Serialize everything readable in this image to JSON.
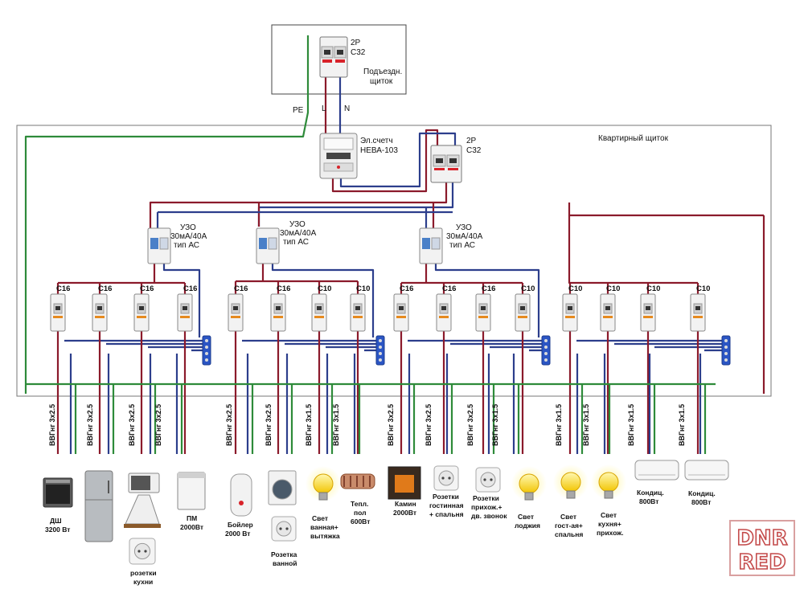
{
  "colors": {
    "pe": "#2e8b3a",
    "phase": "#8b1a2b",
    "neutral": "#2c3e8c",
    "frame": "#444444",
    "watermark": "#c44b4b"
  },
  "entry_panel": {
    "breaker_poles": "2P",
    "breaker_rating": "C32",
    "name_line1": "Подъездн.",
    "name_line2": "щиток"
  },
  "wire_labels": {
    "pe": "PE",
    "l": "L",
    "n": "N"
  },
  "meter": {
    "line1": "Эл.счетч",
    "line2": "НЕВА-103"
  },
  "main_breaker": {
    "poles": "2P",
    "rating": "C32"
  },
  "apartment_panel_title": "Квартирный щиток",
  "rcds": [
    {
      "name": "УЗО",
      "rating": "30мА/40А",
      "type": "тип АС"
    },
    {
      "name": "УЗО",
      "rating": "30мА/40А",
      "type": "тип АС"
    },
    {
      "name": "УЗО",
      "rating": "30мА/40А",
      "type": "тип АС"
    }
  ],
  "breakers": [
    "C16",
    "C16",
    "C16",
    "C16",
    "C16",
    "C16",
    "C10",
    "C10",
    "C16",
    "C16",
    "C16",
    "C10",
    "C10",
    "C10",
    "C10",
    "C10"
  ],
  "cables": [
    "ВВГнг 3х2.5",
    "ВВГнг 3х2.5",
    "ВВГнг 3х2.5",
    "ВВГнг 3х2.5",
    "ВВГнг 3х2.5",
    "ВВГнг 3х2.5",
    "ВВГнг 3х1.5",
    "ВВГнг 3х1.5",
    "ВВГнг 3х2.5",
    "ВВГнг 3х2.5",
    "ВВГнг 3х2.5",
    "ВВГнг 3х1.5",
    "ВВГнг 3х1.5",
    "ВВГнг 3х1.5",
    "ВВГнг 3х1.5",
    "ВВГнг 3х1.5"
  ],
  "appliances": [
    {
      "line1": "ДШ",
      "line2": "3200 Вт",
      "icon": "oven-icon"
    },
    {
      "line1": "розетки",
      "line2": "кухни",
      "icon": "fridge-socket-icon"
    },
    {
      "line1": "ПМ",
      "line2": "2000Вт",
      "icon": "dishwasher-icon"
    },
    {
      "line1": "Бойлер",
      "line2": "2000 Вт",
      "icon": "boiler-icon"
    },
    {
      "line1": "Розетка",
      "line2": "ванной",
      "icon": "washer-socket-icon"
    },
    {
      "line1": "Свет",
      "line2": "ванная+",
      "line3": "вытяжка",
      "icon": "bulb-icon"
    },
    {
      "line1": "Тепл.",
      "line2": "пол",
      "line3": "600Вт",
      "icon": "floor-heating-icon"
    },
    {
      "line1": "Камин",
      "line2": "2000Вт",
      "icon": "fireplace-icon"
    },
    {
      "line1": "Розетки",
      "line2": "гостинная",
      "line3": "+ спальня",
      "icon": "socket-icon"
    },
    {
      "line1": "Розетки",
      "line2": "прихож.+",
      "line3": "дв. звонок",
      "icon": "socket-icon"
    },
    {
      "line1": "Свет",
      "line2": "лоджия",
      "icon": "bulb-icon"
    },
    {
      "line1": "Свет",
      "line2": "гост-ая+",
      "line3": "спальня",
      "icon": "bulb-icon"
    },
    {
      "line1": "Свет",
      "line2": "кухня+",
      "line3": "прихож.",
      "icon": "bulb-icon"
    },
    {
      "line1": "Кондиц.",
      "line2": "800Вт",
      "icon": "ac-icon"
    },
    {
      "line1": "Кондиц.",
      "line2": "800Вт",
      "icon": "ac-icon"
    }
  ],
  "watermark": {
    "line1": "DNR",
    "line2": "RED"
  }
}
